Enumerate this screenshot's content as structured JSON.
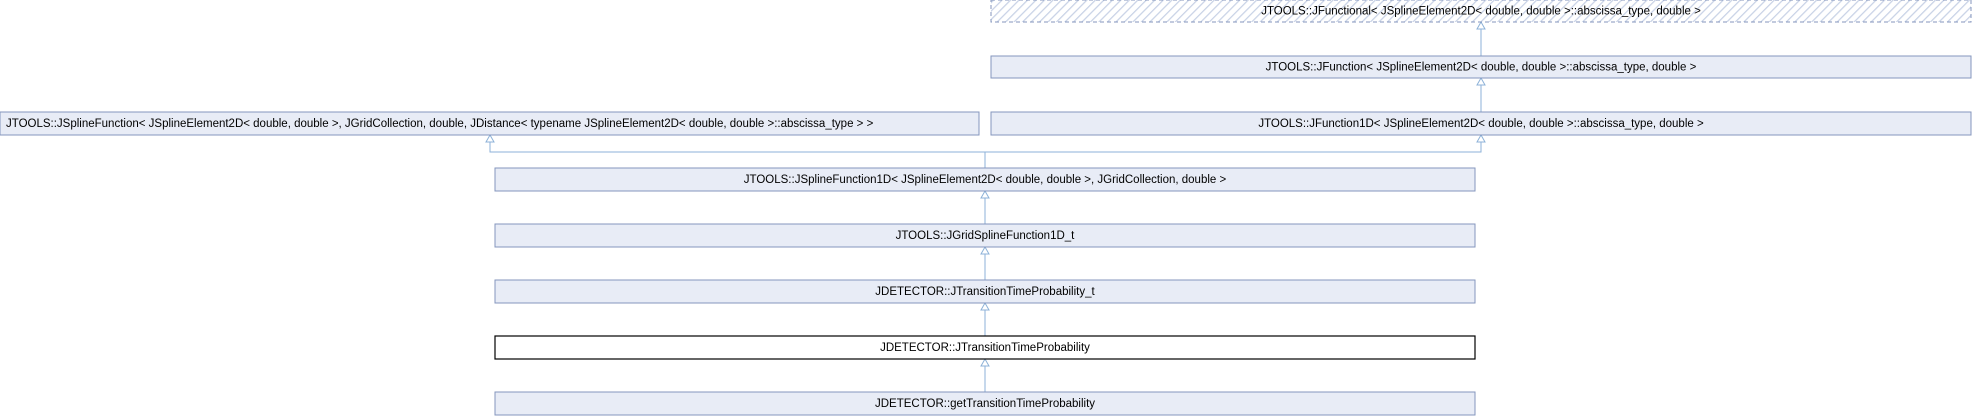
{
  "diagram": {
    "colors": {
      "node_fill": "#e8ecf6",
      "node_border": "#8496bd",
      "focus_fill": "#ffffff",
      "focus_border": "#000000",
      "edge": "#8db2d8",
      "hatch": "#c8d2e6"
    },
    "nodes": [
      {
        "id": "jfunctional",
        "label": "JTOOLS::JFunctional< JSplineElement2D< double, double >::abscissa_type, double >",
        "style": "external"
      },
      {
        "id": "jfunction",
        "label": "JTOOLS::JFunction< JSplineElement2D< double, double >::abscissa_type, double >",
        "style": "normal"
      },
      {
        "id": "jsplinefunction",
        "label": "JTOOLS::JSplineFunction< JSplineElement2D< double, double >, JGridCollection, double, JDistance< typename JSplineElement2D< double, double >::abscissa_type > >",
        "style": "normal"
      },
      {
        "id": "jfunction1d",
        "label": "JTOOLS::JFunction1D< JSplineElement2D< double, double >::abscissa_type, double >",
        "style": "normal"
      },
      {
        "id": "jsplinefunction1d",
        "label": "JTOOLS::JSplineFunction1D< JSplineElement2D< double, double >, JGridCollection, double >",
        "style": "normal"
      },
      {
        "id": "jgridsplinefunction1d_t",
        "label": "JTOOLS::JGridSplineFunction1D_t",
        "style": "normal"
      },
      {
        "id": "jtransitiontimeprobability_t",
        "label": "JDETECTOR::JTransitionTimeProbability_t",
        "style": "normal"
      },
      {
        "id": "jtransitiontimeprobability",
        "label": "JDETECTOR::JTransitionTimeProbability",
        "style": "focus"
      },
      {
        "id": "gettransitiontimeprobability",
        "label": "JDETECTOR::getTransitionTimeProbability",
        "style": "normal"
      }
    ],
    "edges": [
      {
        "from": "jfunction",
        "to": "jfunctional"
      },
      {
        "from": "jfunction1d",
        "to": "jfunction"
      },
      {
        "from": "jsplinefunction1d",
        "to": "jsplinefunction"
      },
      {
        "from": "jsplinefunction1d",
        "to": "jfunction1d"
      },
      {
        "from": "jgridsplinefunction1d_t",
        "to": "jsplinefunction1d"
      },
      {
        "from": "jtransitiontimeprobability_t",
        "to": "jgridsplinefunction1d_t"
      },
      {
        "from": "jtransitiontimeprobability",
        "to": "jtransitiontimeprobability_t"
      },
      {
        "from": "gettransitiontimeprobability",
        "to": "jtransitiontimeprobability"
      }
    ]
  }
}
